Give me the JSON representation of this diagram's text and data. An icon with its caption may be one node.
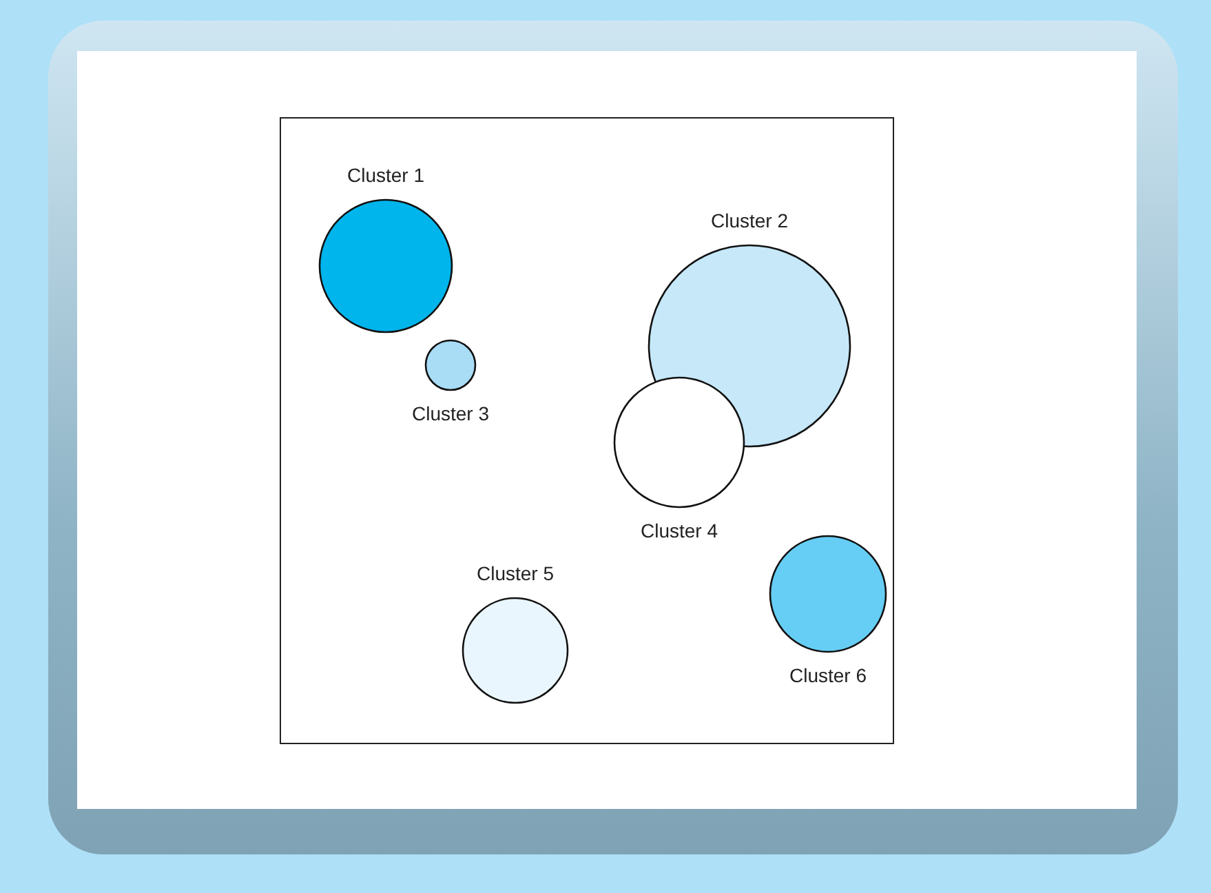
{
  "diagram": {
    "nodes": [
      {
        "text": [],
        "shape": "box"
      },
      {
        "text": [
          "Cluster 1"
        ],
        "in": 0
      },
      {
        "text": [
          "Cluster 2"
        ],
        "in": 0
      },
      {
        "text": [
          "Cluster 3"
        ],
        "in": 0
      },
      {
        "text": [
          "Cluster 4"
        ],
        "in": 0
      },
      {
        "text": [
          "Cluster 5"
        ],
        "in": 0
      },
      {
        "text": [
          "Cluster 6"
        ],
        "in": 0
      }
    ],
    "edges": []
  }
}
